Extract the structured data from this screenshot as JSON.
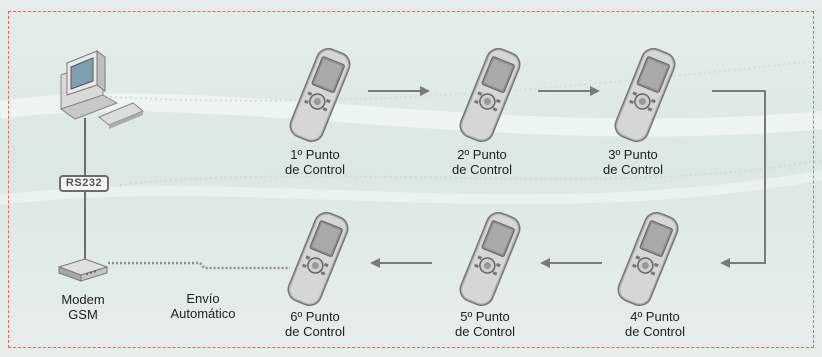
{
  "colors": {
    "frame_border": "#e06a6a",
    "arrow": "#7a7a7a",
    "device_body": "#9a9a9a",
    "screen": "#8c8c8c"
  },
  "computer": {
    "cable_label": "RS232"
  },
  "modem": {
    "label_line1": "Modem",
    "label_line2": "GSM"
  },
  "link": {
    "label_line1": "Envío",
    "label_line2": "Automático"
  },
  "checkpoints": [
    {
      "line1": "1º Punto",
      "line2": "de Control"
    },
    {
      "line1": "2º Punto",
      "line2": "de Control"
    },
    {
      "line1": "3º Punto",
      "line2": "de Control"
    },
    {
      "line1": "4º Punto",
      "line2": "de Control"
    },
    {
      "line1": "5º Punto",
      "line2": "de Control"
    },
    {
      "line1": "6º Punto",
      "line2": "de Control"
    }
  ]
}
